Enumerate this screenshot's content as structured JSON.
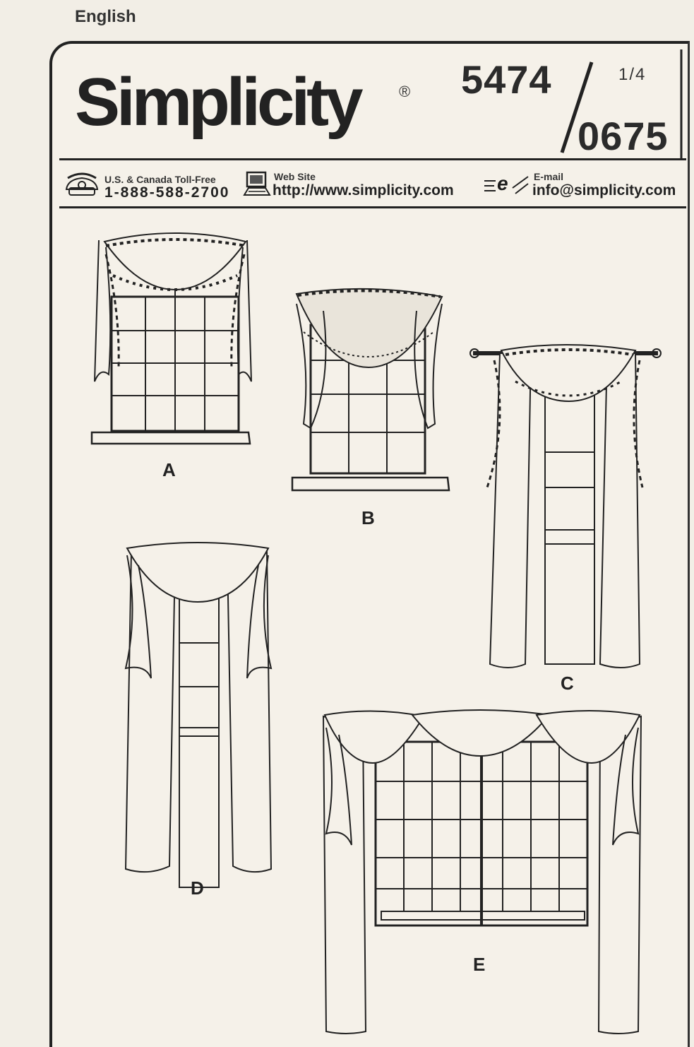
{
  "header": {
    "language": "English",
    "brand": "Simplicity",
    "registered_mark": "®",
    "pattern_number": "5474",
    "alt_number": "0675",
    "page": "1/4"
  },
  "contacts": {
    "phone_label": "U.S. & Canada Toll-Free",
    "phone_value": "1-888-588-2700",
    "web_label": "Web Site",
    "web_value": "http://www.simplicity.com",
    "email_label": "E-mail",
    "email_value": "info@simplicity.com",
    "email_icon_letter": "e",
    "icons": [
      "telephone-icon",
      "computer-icon",
      "email-icon"
    ]
  },
  "views": [
    "A",
    "B",
    "C",
    "D",
    "E"
  ]
}
